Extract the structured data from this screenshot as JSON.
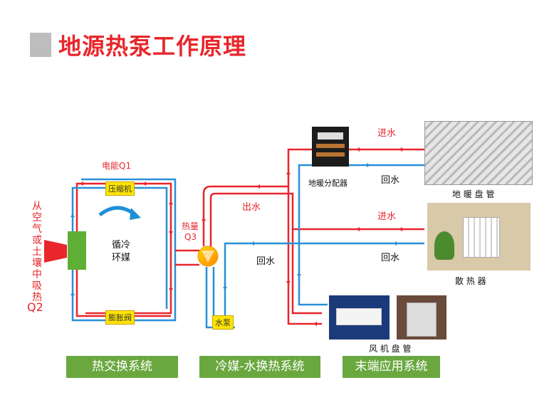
{
  "header": {
    "title": "地源热泵工作原理"
  },
  "labels": {
    "source_left": "从空气或土壤中吸热",
    "q2": "Q2",
    "power": "电能Q1",
    "compressor": "压缩机",
    "expansion_valve": "膨胀阀",
    "cycle_line1": "循冷",
    "cycle_line2": "环媒",
    "heat_line1": "热量",
    "heat_line2": "Q3",
    "water_pump": "水泵",
    "outlet_water": "出水",
    "return_water_1": "回水",
    "supply_water_floor": "进水",
    "return_water_floor": "回水",
    "supply_water_radiator": "进水",
    "return_water_radiator": "回水",
    "manifold": "地暖分配器",
    "floor_coil": "地 暖 盘 管",
    "radiator": "散 热 器",
    "fan_coil": "风 机 盘 管"
  },
  "sections": [
    {
      "label": "热交换系统"
    },
    {
      "label": "冷媒-水换热系统"
    },
    {
      "label": "末端应用系统"
    }
  ],
  "colors": {
    "hot": "#e8262b",
    "cold": "#2a8fd6",
    "accent": "#6aa83f",
    "tag": "#ffe400"
  }
}
